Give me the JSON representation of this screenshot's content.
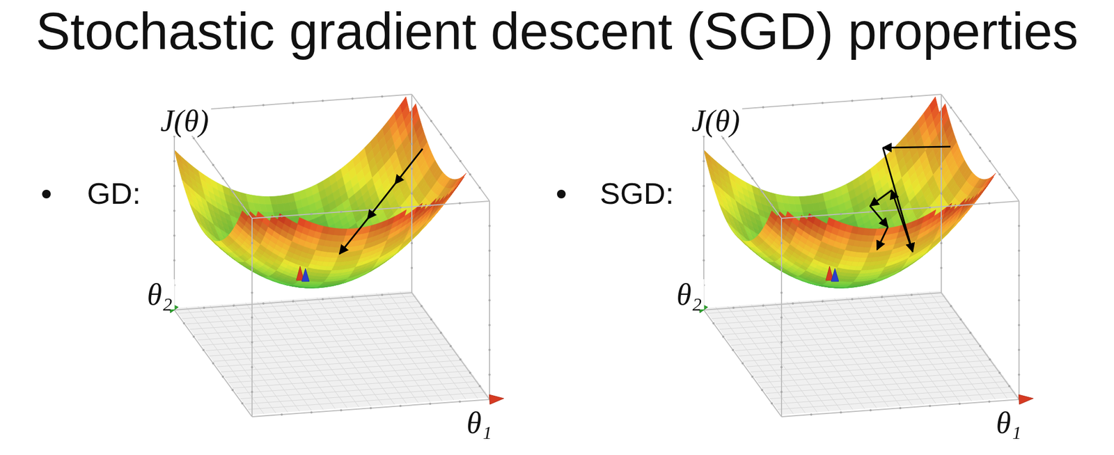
{
  "diagram": {
    "title": "Stochastic gradient descent (SGD) properties",
    "labels": [
      "J(θ)",
      "GD:",
      "θ₂",
      "θ₁",
      "J(θ)",
      "SGD:",
      "θ₂",
      "θ₁"
    ]
  }
}
